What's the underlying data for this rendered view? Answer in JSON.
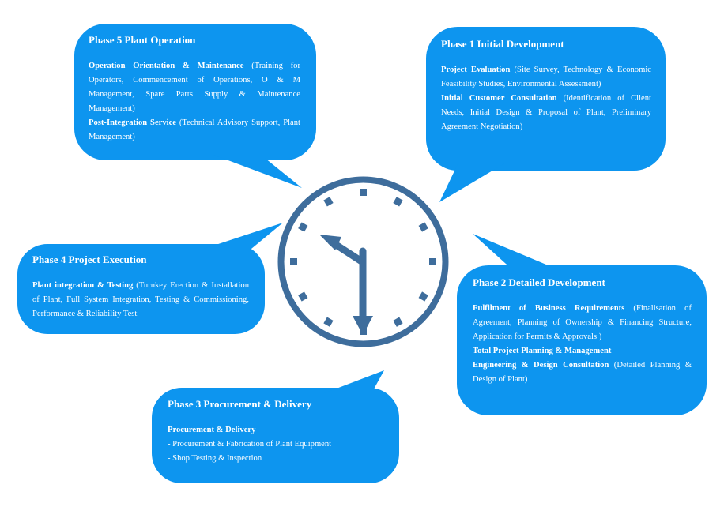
{
  "colors": {
    "bubble": "#0D95EF",
    "clock": "#3E6D9C",
    "text": "#FFFFFF"
  },
  "phase5": {
    "title": "Phase 5 Plant Operation",
    "item1_head": "Operation Orientation & Maintenance",
    "item1_text": " (Training for Operators, Commencement of Operations, O & M Management, Spare Parts Supply & Maintenance Management)",
    "item2_head": "Post-Integration Service",
    "item2_text": " (Technical Advisory Support, Plant Management)"
  },
  "phase1": {
    "title": "Phase 1 Initial Development",
    "item1_head": "Project Evaluation",
    "item1_text": " (Site Survey, Technology & Economic Feasibility Studies, Environmental Assessment)",
    "item2_head": "Initial Customer Consultation",
    "item2_text": " (Identification of Client Needs, Initial Design & Proposal of Plant, Preliminary Agreement Negotiation)"
  },
  "phase4": {
    "title": "Phase 4 Project Execution",
    "item1_head": "Plant integration & Testing",
    "item1_text": " (Turnkey Erection & Installation of Plant, Full System Integration, Testing & Commissioning, Performance & Reliability Test"
  },
  "phase2": {
    "title": "Phase 2 Detailed Development",
    "item1_head": "Fulfilment of Business Requirements",
    "item1_text": " (Finalisation of Agreement, Planning of Ownership & Financing Structure, Application for Permits & Approvals )",
    "item2_head": "Total Project Planning & Management",
    "item3_head": "Engineering & Design Consultation",
    "item3_text": " (Detailed Planning & Design of Plant)"
  },
  "phase3": {
    "title": "Phase 3 Procurement & Delivery",
    "item1_head": "Procurement & Delivery",
    "line1": "- Procurement & Fabrication of Plant Equipment",
    "line2": "- Shop Testing & Inspection"
  }
}
